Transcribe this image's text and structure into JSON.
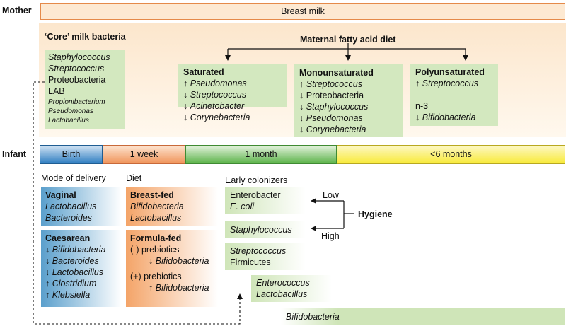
{
  "side_labels": {
    "mother": "Mother",
    "infant": "Infant"
  },
  "breast_milk": "Breast milk",
  "core": {
    "title": "‘Core’ milk bacteria",
    "items": [
      "Staphylococcus",
      "Streptococcus",
      "Proteobacteria",
      "LAB"
    ],
    "small_items": [
      "Propionibacterium",
      "Pseudomonas",
      "Lactobacillus"
    ]
  },
  "maternal_diet": {
    "title": "Maternal fatty acid diet",
    "saturated": {
      "title": "Saturated",
      "lines": [
        {
          "arrow": "↑",
          "name": "Pseudomonas"
        },
        {
          "arrow": "↓",
          "name": "Streptococcus"
        },
        {
          "arrow": "↓",
          "name": "Acinetobacter"
        },
        {
          "arrow": "↓",
          "name": "Corynebacteria"
        }
      ]
    },
    "monounsaturated": {
      "title": "Monounsaturated",
      "lines": [
        {
          "arrow": "↑",
          "name": "Streptococcus"
        },
        {
          "arrow": "↓",
          "name": "Proteobacteria"
        },
        {
          "arrow": "↓",
          "name": "Staphylococcus"
        },
        {
          "arrow": "↓",
          "name": "Pseudomonas"
        },
        {
          "arrow": "↓",
          "name": "Corynebacteria"
        }
      ]
    },
    "polyunsaturated": {
      "title": "Polyunsaturated",
      "line1": {
        "arrow": "↑",
        "name": "Streptococcus"
      },
      "n3": "n-3",
      "line2": {
        "arrow": "↓",
        "name": "Bifidobacteria"
      }
    }
  },
  "timeline": [
    "Birth",
    "1 week",
    "1 month",
    "<6 months"
  ],
  "delivery": {
    "header": "Mode of delivery",
    "vaginal": {
      "title": "Vaginal",
      "items": [
        "Lactobacillus",
        "Bacteroides"
      ]
    },
    "caesarean": {
      "title": "Caesarean",
      "lines": [
        {
          "arrow": "↓",
          "name": "Bifidobacteria"
        },
        {
          "arrow": "↓",
          "name": "Bacteroides"
        },
        {
          "arrow": "↓",
          "name": "Lactobacillus"
        },
        {
          "arrow": "↑",
          "name": "Clostridium"
        },
        {
          "arrow": "↑",
          "name": "Klebsiella"
        }
      ]
    }
  },
  "diet": {
    "header": "Diet",
    "breastfed": {
      "title": "Breast-fed",
      "items": [
        "Bifidobacteria",
        "Lactobacillus"
      ]
    },
    "formulafed": {
      "title": "Formula-fed",
      "minus_label": "(-) prebiotics",
      "minus": {
        "arrow": "↓",
        "name": "Bifidobacteria"
      },
      "plus_label": "(+) prebiotics",
      "plus": {
        "arrow": "↑",
        "name": "Bifidobacteria"
      }
    }
  },
  "colonizers": {
    "header": "Early colonizers",
    "b1": [
      "Enterobacter",
      "E. coli"
    ],
    "b2": "Staphylococcus",
    "b3": [
      "Streptococcus",
      "Firmicutes"
    ],
    "b4": [
      "Enterococcus",
      "Lactobacillus"
    ],
    "b5": "Bifidobacteria"
  },
  "hygiene": {
    "label": "Hygiene",
    "low": "Low",
    "high": "High"
  },
  "colors": {
    "milk_bar": "#fde9d2",
    "mother_panel": "#fdf1e2",
    "green_box": "#d3e8bf",
    "blue": "#5a9fcc",
    "orange": "#f4a468",
    "t_birth": "#2f7ec1",
    "t_week": "#f0945a",
    "t_month": "#5cb34a",
    "t_six": "#f8ea3a"
  }
}
